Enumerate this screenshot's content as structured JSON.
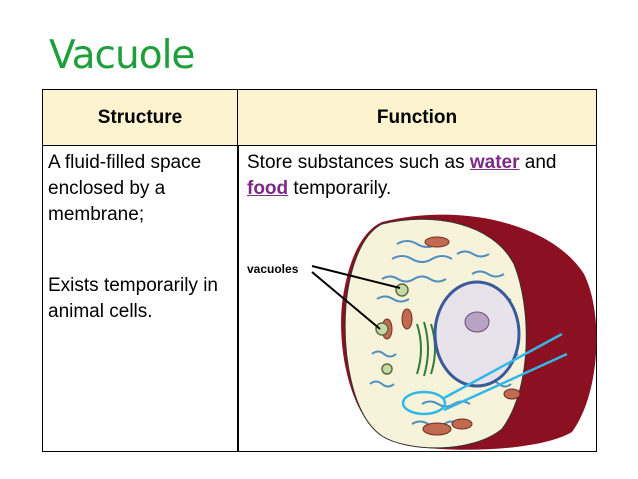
{
  "title": "Vacuole",
  "table": {
    "headers": {
      "structure": "Structure",
      "function": "Function"
    },
    "structure_line1": "A fluid-filled space enclosed by a membrane;",
    "structure_line2": "Exists temporarily in animal cells.",
    "function_pre": "Store substances such as ",
    "function_kw1": "water",
    "function_mid": " and ",
    "function_kw2": "food",
    "function_post": " temporarily."
  },
  "diagram": {
    "label": "vacuoles",
    "colors": {
      "cell_wall": "#8b1022",
      "cytoplasm": "#f7f3da",
      "organelle": "#4f8fc0",
      "vacuole": "#c6d9a8",
      "nucleus": "#e8e2ea",
      "mitochondria": "#c26a50",
      "highlight": "#31b8e8"
    }
  }
}
